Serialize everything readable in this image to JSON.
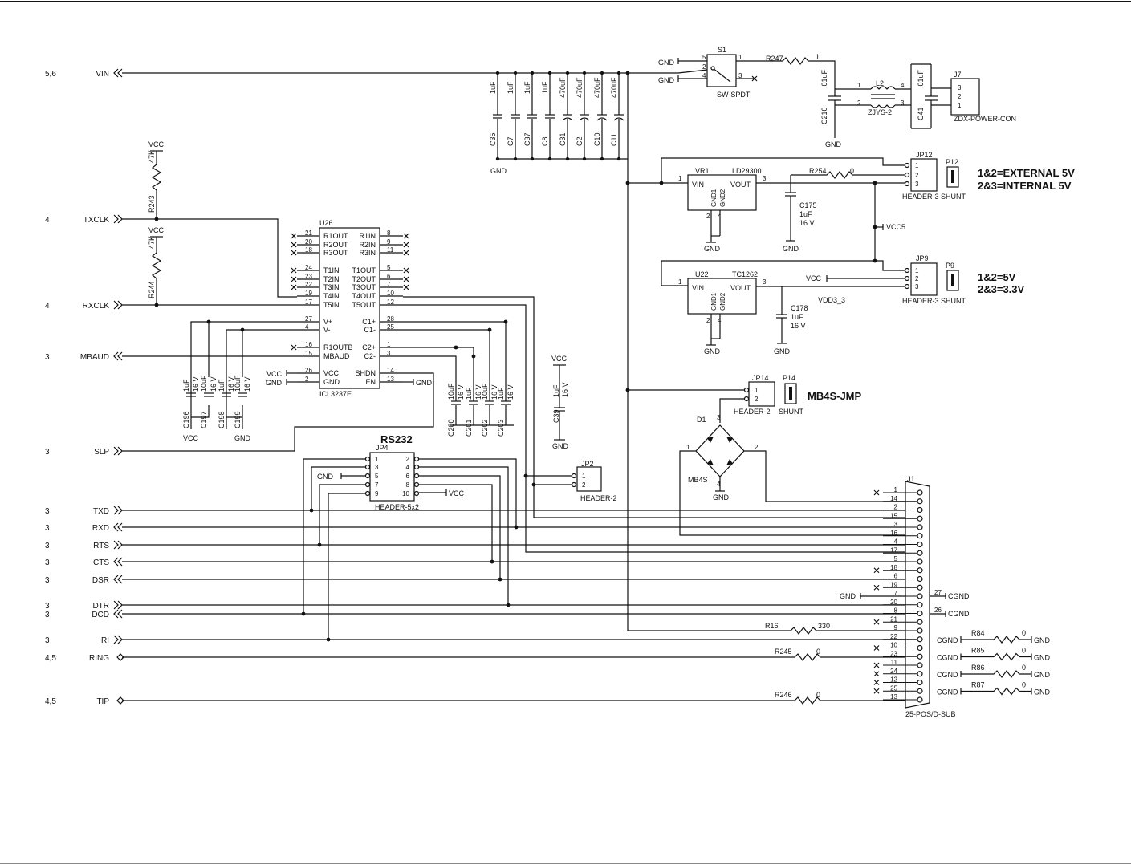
{
  "nets": {
    "vin": {
      "label": "VIN",
      "sheet": "5,6"
    },
    "txclk": {
      "label": "TXCLK",
      "sheet": "4"
    },
    "rxclk": {
      "label": "RXCLK",
      "sheet": "4"
    },
    "mbaud": {
      "label": "MBAUD",
      "sheet": "3"
    },
    "slp": {
      "label": "SLP",
      "sheet": "3"
    },
    "txd": {
      "label": "TXD",
      "sheet": "3"
    },
    "rxd": {
      "label": "RXD",
      "sheet": "3"
    },
    "rts": {
      "label": "RTS",
      "sheet": "3"
    },
    "cts": {
      "label": "CTS",
      "sheet": "3"
    },
    "dsr": {
      "label": "DSR",
      "sheet": "3"
    },
    "dtr": {
      "label": "DTR",
      "sheet": "3"
    },
    "dcd": {
      "label": "DCD",
      "sheet": "3"
    },
    "ri": {
      "label": "RI",
      "sheet": "3"
    },
    "ring": {
      "label": "RING",
      "sheet": "4,5"
    },
    "tip": {
      "label": "TIP",
      "sheet": "4,5"
    }
  },
  "power": {
    "vcc": "VCC",
    "gnd": "GND",
    "cgnd": "CGND",
    "vcc5": "VCC5",
    "vdd33": "VDD3_3"
  },
  "resistors": {
    "r243": {
      "ref": "R243",
      "val": "47K"
    },
    "r244": {
      "ref": "R244",
      "val": "47K"
    },
    "r247": {
      "ref": "R247",
      "val": "1"
    },
    "r254": {
      "ref": "R254",
      "val": "0"
    },
    "r16": {
      "ref": "R16",
      "val": "330"
    },
    "r245": {
      "ref": "R245",
      "val": "0"
    },
    "r246": {
      "ref": "R246",
      "val": "0"
    },
    "r84": {
      "ref": "R84",
      "val": "0"
    },
    "r85": {
      "ref": "R85",
      "val": "0"
    },
    "r86": {
      "ref": "R86",
      "val": "0"
    },
    "r87": {
      "ref": "R87",
      "val": "0"
    }
  },
  "caps_top": [
    {
      "ref": "C35",
      "val": "1uF"
    },
    {
      "ref": "C7",
      "val": "1uF"
    },
    {
      "ref": "C37",
      "val": "1uF"
    },
    {
      "ref": "C8",
      "val": "1uF"
    },
    {
      "ref": "C31",
      "val": "470uF"
    },
    {
      "ref": "C2",
      "val": "470uF"
    },
    {
      "ref": "C10",
      "val": "470uF"
    },
    {
      "ref": "C11",
      "val": "470uF"
    }
  ],
  "caps_u26_left": [
    {
      "ref": "C196",
      "val": "1uF",
      "v": "16 V"
    },
    {
      "ref": "C197",
      "val": "10uF",
      "v": "16 V"
    },
    {
      "ref": "C198",
      "val": "1uF",
      "v": "16 V"
    },
    {
      "ref": "C199",
      "val": "10uF",
      "v": "16 V"
    }
  ],
  "caps_u26_right": [
    {
      "ref": "C200",
      "val": "10uF",
      "v": "16 V"
    },
    {
      "ref": "C201",
      "val": "1uF",
      "v": "16 V"
    },
    {
      "ref": "C202",
      "val": "10uF",
      "v": "16 V"
    },
    {
      "ref": "C203",
      "val": "1uF",
      "v": "16 V"
    }
  ],
  "c39": {
    "ref": "C39",
    "val": "1uF",
    "v": "16 V"
  },
  "c175": {
    "ref": "C175",
    "val": "1uF",
    "v": "16 V"
  },
  "c178": {
    "ref": "C178",
    "val": "1uF",
    "v": "16 V"
  },
  "c210": {
    "ref": "C210",
    "val": ".01uF"
  },
  "c41": {
    "ref": "C41",
    "val": ".01uF"
  },
  "u26": {
    "ref": "U26",
    "part": "ICL3237E",
    "left": [
      "R1OUT",
      "R2OUT",
      "R3OUT",
      "T1IN",
      "T2IN",
      "T3IN",
      "T4IN",
      "T5IN",
      "V+",
      "V-",
      "R1OUTB",
      "MBAUD",
      "VCC",
      "GND"
    ],
    "left_pins": [
      "21",
      "20",
      "18",
      "24",
      "23",
      "22",
      "19",
      "17",
      "27",
      "4",
      "16",
      "15",
      "26",
      "2"
    ],
    "right": [
      "R1IN",
      "R2IN",
      "R3IN",
      "T1OUT",
      "T2OUT",
      "T3OUT",
      "T4OUT",
      "T5OUT",
      "C1+",
      "C1-",
      "C2+",
      "C2-",
      "SHDN",
      "EN"
    ],
    "right_pins": [
      "8",
      "9",
      "11",
      "5",
      "6",
      "7",
      "10",
      "12",
      "28",
      "25",
      "1",
      "3",
      "14",
      "13"
    ]
  },
  "s1": {
    "ref": "S1",
    "part": "SW-SPDT",
    "pins": [
      "5",
      "2",
      "4",
      "1",
      "3"
    ]
  },
  "l2": {
    "ref": "L2",
    "part": "ZJYS-2",
    "pins": [
      "1",
      "2",
      "4",
      "3"
    ]
  },
  "j7": {
    "ref": "J7",
    "part": "ZDX-POWER-CON",
    "pins": [
      "3",
      "2",
      "1"
    ]
  },
  "vr1": {
    "ref": "VR1",
    "part": "LD29300",
    "vin": "VIN",
    "vout": "VOUT",
    "gnd1": "GND1",
    "gnd2": "GND2",
    "pins": [
      "1",
      "3",
      "2",
      "4"
    ]
  },
  "u22": {
    "ref": "U22",
    "part": "TC1262",
    "vin": "VIN",
    "vout": "VOUT",
    "gnd1": "GND1",
    "gnd2": "GND2",
    "pins": [
      "1",
      "3",
      "2",
      "4"
    ]
  },
  "jp12": {
    "ref": "JP12",
    "part": "HEADER-3",
    "shunt_ref": "P12",
    "shunt": "SHUNT",
    "note1": "1&2=EXTERNAL 5V",
    "note2": "2&3=INTERNAL 5V"
  },
  "jp9": {
    "ref": "JP9",
    "part": "HEADER-3",
    "shunt_ref": "P9",
    "shunt": "SHUNT",
    "note1": "1&2=5V",
    "note2": "2&3=3.3V"
  },
  "jp14": {
    "ref": "JP14",
    "part": "HEADER-2",
    "shunt_ref": "P14",
    "shunt": "SHUNT",
    "note": "MB4S-JMP"
  },
  "d1": {
    "ref": "D1",
    "part": "MB4S"
  },
  "jp4": {
    "ref": "JP4",
    "title": "RS232",
    "part": "HEADER-5x2",
    "left": [
      "1",
      "3",
      "5",
      "7",
      "9"
    ],
    "right": [
      "2",
      "4",
      "6",
      "8",
      "10"
    ]
  },
  "jp2": {
    "ref": "JP2",
    "part": "HEADER-2"
  },
  "j1": {
    "ref": "J1",
    "part": "25-POS/D-SUB",
    "pins": [
      "1",
      "14",
      "2",
      "15",
      "3",
      "16",
      "4",
      "17",
      "5",
      "18",
      "6",
      "19",
      "7",
      "20",
      "8",
      "21",
      "9",
      "22",
      "10",
      "23",
      "11",
      "24",
      "12",
      "25",
      "13"
    ],
    "shell": [
      "27",
      "26"
    ]
  }
}
